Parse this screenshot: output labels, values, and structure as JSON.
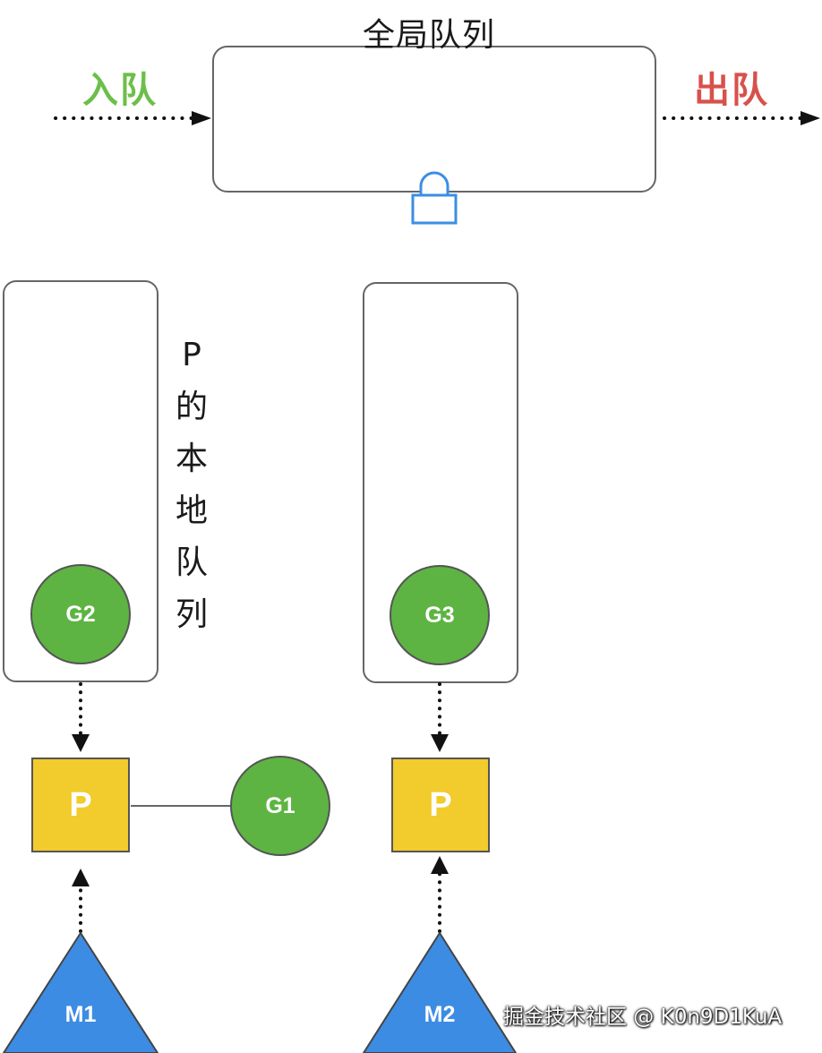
{
  "global_queue": {
    "title": "全局队列",
    "enqueue_label": "入队",
    "dequeue_label": "出队",
    "lock_icon": "lock-icon"
  },
  "local_queue_label": "P的本地队列",
  "nodes": {
    "g1": "G1",
    "g2": "G2",
    "g3": "G3",
    "p_left": "P",
    "p_right": "P",
    "m1": "M1",
    "m2": "M2"
  },
  "colors": {
    "goroutine": "#5db442",
    "processor": "#f2cb2c",
    "machine": "#3d8ce3",
    "enqueue": "#6cbf4a",
    "dequeue": "#d8514b",
    "lock": "#3a8ee6"
  },
  "watermark": "掘金技术社区 @ K0n9D1KuA"
}
